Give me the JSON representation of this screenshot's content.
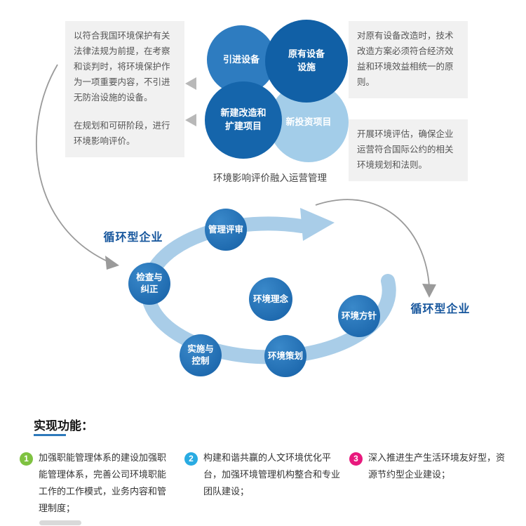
{
  "venn": {
    "caption": "环境影响评价融入运营管理",
    "circles": [
      {
        "label": "引进设备",
        "color": "#2e7cc0"
      },
      {
        "label": "原有设备\n设施",
        "color": "#1160a6"
      },
      {
        "label": "新建改造和\n扩建项目",
        "color": "#1565ab"
      },
      {
        "label": "新投资项目",
        "color": "#a3cde9"
      }
    ],
    "notes": [
      "以符合我国环境保护有关法律法规为前提，在考察和谈判时，将环境保护作为一项重要内容，不引进无防治设施的设备。",
      "在规划和可研阶段，进行环境影响评价。",
      "对原有设备改造时，技术改造方案必须符合经济效益和环境效益相统一的原则。",
      "开展环境评估，确保企业运营符合国际公约的相关环境规划和法则。"
    ]
  },
  "cycle": {
    "label_left": "循环型企业",
    "label_right": "循环型企业",
    "nodes": [
      "管理评审",
      "检查与\n纠正",
      "实施与\n控制",
      "环境策划",
      "环境方针",
      "环境理念"
    ]
  },
  "functions": {
    "title": "实现功能：",
    "items": [
      {
        "num": "1",
        "color": "#7fc241",
        "text": "加强职能管理体系的建设加强职能管理体系，完善公司环境职能工作的工作模式，业务内容和管理制度；"
      },
      {
        "num": "2",
        "color": "#29abe2",
        "text": "构建和谐共赢的人文环境优化平台，加强环境管理机构整合和专业团队建设；"
      },
      {
        "num": "3",
        "color": "#e8197d",
        "text": "深入推进生产生活环境友好型，资源节约型企业建设；"
      }
    ]
  },
  "colors": {
    "node_blue": "#1f6cb0",
    "arc_blue": "#a9cde8",
    "thin_arrow_gray": "#9a9a9a",
    "callout_gray": "#b8b8b8",
    "cycle_label_blue": "#15559c",
    "underline_blue": "#2e79bb"
  }
}
